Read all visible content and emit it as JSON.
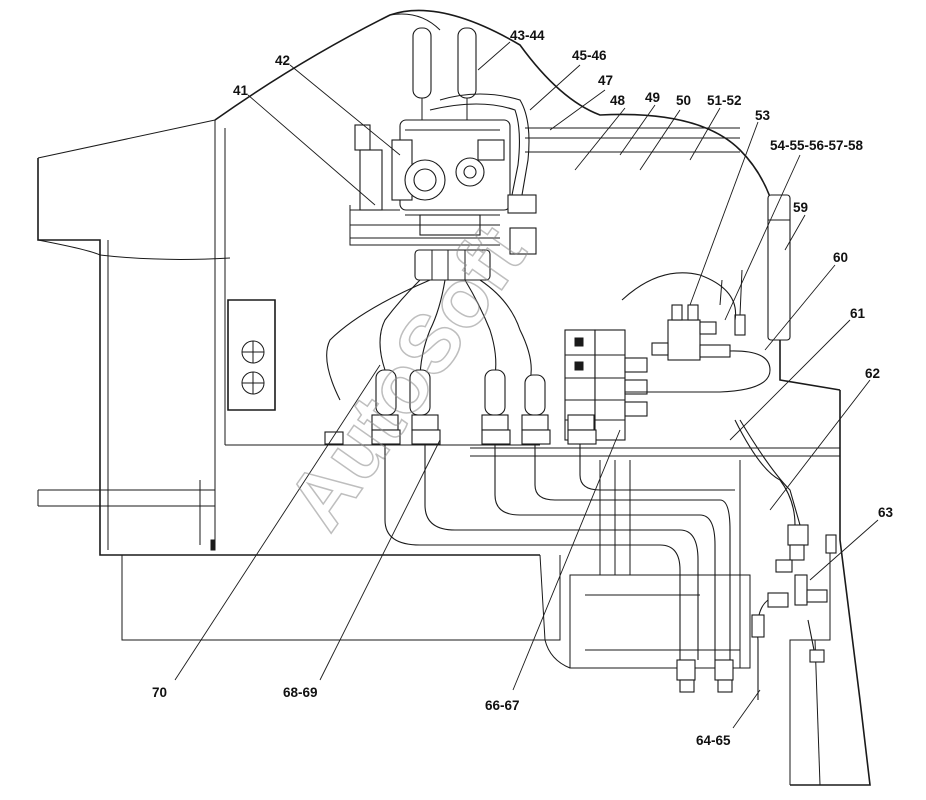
{
  "diagram": {
    "watermark": "AutoSoft",
    "callouts": [
      {
        "id": "c41",
        "label": "41"
      },
      {
        "id": "c42",
        "label": "42"
      },
      {
        "id": "c43",
        "label": "43-44"
      },
      {
        "id": "c45",
        "label": "45-46"
      },
      {
        "id": "c47",
        "label": "47"
      },
      {
        "id": "c48",
        "label": "48"
      },
      {
        "id": "c49",
        "label": "49"
      },
      {
        "id": "c50",
        "label": "50"
      },
      {
        "id": "c51",
        "label": "51-52"
      },
      {
        "id": "c53",
        "label": "53"
      },
      {
        "id": "c54",
        "label": "54-55-56-57-58"
      },
      {
        "id": "c59",
        "label": "59"
      },
      {
        "id": "c60",
        "label": "60"
      },
      {
        "id": "c61",
        "label": "61"
      },
      {
        "id": "c62",
        "label": "62"
      },
      {
        "id": "c63",
        "label": "63"
      },
      {
        "id": "c64",
        "label": "64-65"
      },
      {
        "id": "c66",
        "label": "66-67"
      },
      {
        "id": "c68",
        "label": "68-69"
      },
      {
        "id": "c70",
        "label": "70"
      }
    ]
  }
}
